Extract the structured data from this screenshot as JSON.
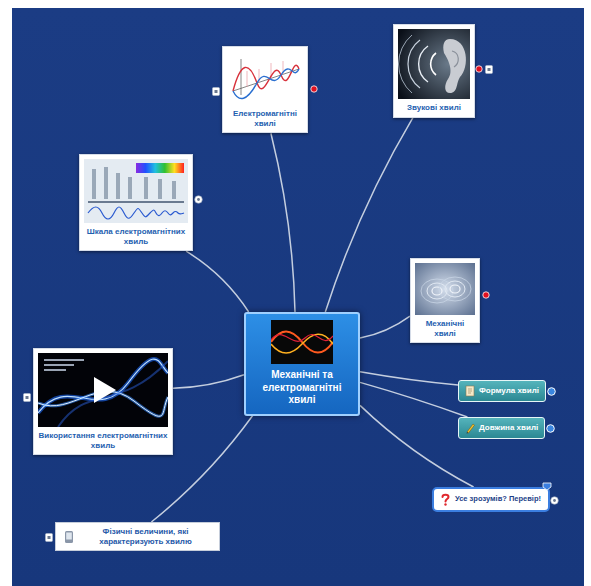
{
  "diagram": {
    "nodes": [
      {
        "text": [
          "Механічні та електромагнітні хвилі"
        ]
      },
      {
        "text": [
          "Електромагнітні хвилі"
        ]
      },
      {
        "text": [
          "Звукові хвилі"
        ]
      },
      {
        "text": [
          "Шкала електромагнітних хвиль"
        ]
      },
      {
        "text": [
          "Механічні хвилі"
        ]
      },
      {
        "text": [
          "Використання електромагнітних хвиль"
        ]
      },
      {
        "text": [
          "Формула хвилі"
        ]
      },
      {
        "text": [
          "Довжина хвилі"
        ]
      },
      {
        "text": [
          "Усе зрозумів? Перевір!"
        ]
      },
      {
        "text": [
          "Фізичні величини, які характеризують хвилю"
        ]
      }
    ],
    "edges": [
      {
        "from": 0,
        "to": 1,
        "arrow": "none"
      },
      {
        "from": 0,
        "to": 2,
        "arrow": "none"
      },
      {
        "from": 0,
        "to": 3,
        "arrow": "none"
      },
      {
        "from": 0,
        "to": 4,
        "arrow": "none"
      },
      {
        "from": 0,
        "to": 5,
        "arrow": "none"
      },
      {
        "from": 0,
        "to": 6,
        "arrow": "none"
      },
      {
        "from": 0,
        "to": 7,
        "arrow": "none"
      },
      {
        "from": 0,
        "to": 8,
        "arrow": "none"
      },
      {
        "from": 0,
        "to": 9,
        "arrow": "none"
      }
    ]
  }
}
